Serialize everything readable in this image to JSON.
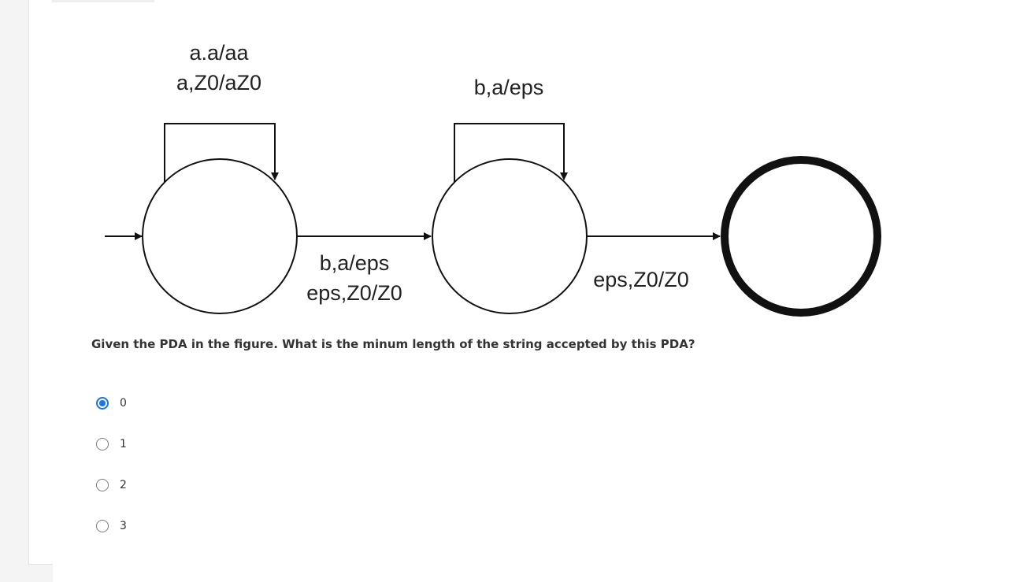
{
  "diagram": {
    "labels": {
      "loop1_line1": "a.a/aa",
      "loop1_line2": "a,Z0/aZ0",
      "loop2": "b,a/eps",
      "edge1_line1": "b,a/eps",
      "edge1_line2": "eps,Z0/Z0",
      "edge2": "eps,Z0/Z0"
    }
  },
  "question": {
    "text": "Given the PDA in the figure. What is the minum length of the string accepted by this PDA?"
  },
  "options": [
    {
      "label": "0",
      "selected": true
    },
    {
      "label": "1",
      "selected": false
    },
    {
      "label": "2",
      "selected": false
    },
    {
      "label": "3",
      "selected": false
    }
  ],
  "colors": {
    "accent": "#1a73e8"
  }
}
